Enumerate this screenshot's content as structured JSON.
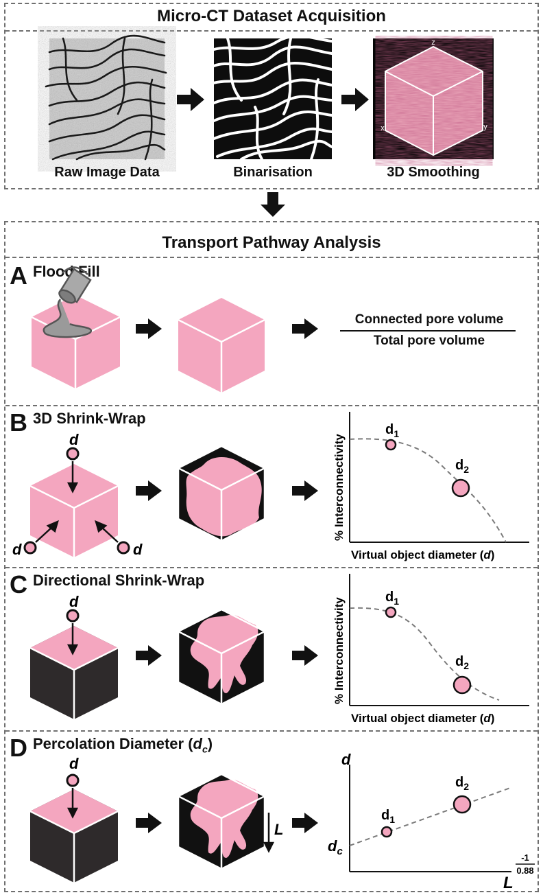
{
  "acquisition": {
    "title": "Micro-CT Dataset Acquisition",
    "steps": [
      "Raw Image Data",
      "Binarisation",
      "3D Smoothing"
    ],
    "axes": {
      "z": "z",
      "x": "x",
      "y": "y"
    }
  },
  "analysis": {
    "title": "Transport Pathway Analysis"
  },
  "sections": {
    "a": {
      "letter": "A",
      "title": "Flood Fill",
      "numerator": "Connected pore volume",
      "denominator": "Total pore volume"
    },
    "b": {
      "letter": "B",
      "title": "3D Shrink-Wrap",
      "d": "d",
      "ylabel": "% Interconnectivity",
      "xlabel": "Virtual object diameter (",
      "xlabel_var": "d",
      "xlabel_end": ")",
      "d1": "d",
      "d1_sub": "1",
      "d2": "d",
      "d2_sub": "2"
    },
    "c": {
      "letter": "C",
      "title": "Directional Shrink-Wrap",
      "d": "d",
      "ylabel": "% Interconnectivity",
      "xlabel": "Virtual object diameter (",
      "xlabel_var": "d",
      "xlabel_end": ")",
      "d1": "d",
      "d1_sub": "1",
      "d2": "d",
      "d2_sub": "2"
    },
    "d": {
      "letter": "D",
      "title": "Percolation Diameter (",
      "title_var": "d",
      "title_sub": "c",
      "title_end": ")",
      "d": "d",
      "L": "L",
      "ylabel": "d",
      "dc": "d",
      "dc_sub": "c",
      "xlabel": "L",
      "exp_num": "-1",
      "exp_den": "0.88",
      "d1": "d",
      "d1_sub": "1",
      "d2": "d",
      "d2_sub": "2"
    }
  },
  "colors": {
    "pink": "#f4a6bf",
    "dark": "#2e2a2b",
    "black": "#111111",
    "dash": "#6f6f6f",
    "curve": "#7a7a7a"
  }
}
